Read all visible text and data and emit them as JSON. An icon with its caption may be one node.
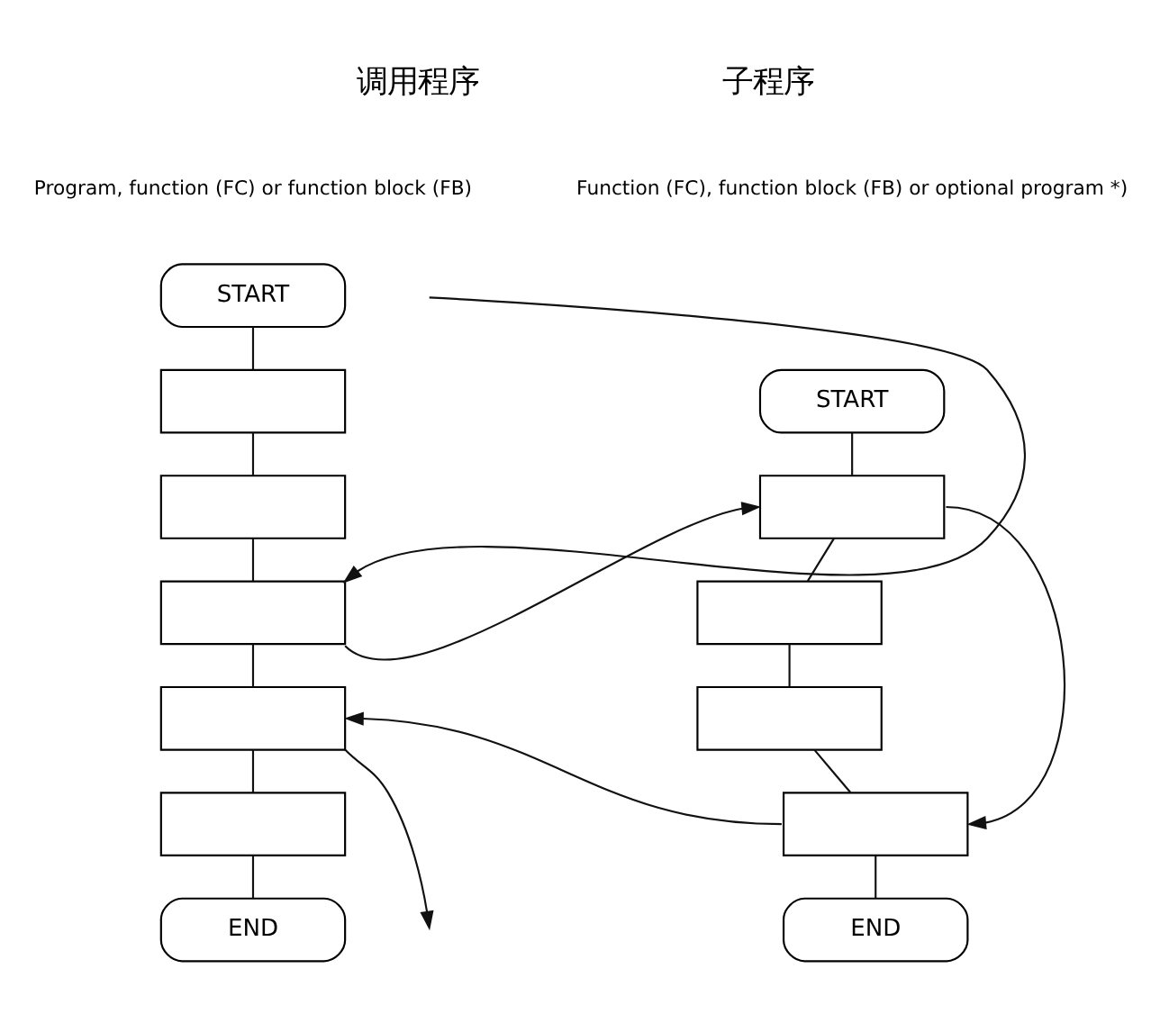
{
  "diagram": {
    "nodes": [
      {
        "text": [
          "START"
        ]
      },
      {
        "text": [],
        "shape": "box"
      },
      {
        "text": [],
        "shape": "box"
      },
      {
        "text": [],
        "shape": "box"
      },
      {
        "text": [],
        "shape": "box"
      },
      {
        "text": [],
        "shape": "box"
      },
      {
        "text": [
          "END"
        ]
      },
      {
        "text": [
          "START"
        ]
      },
      {
        "text": [],
        "shape": "box"
      },
      {
        "text": [],
        "shape": "box"
      },
      {
        "text": [],
        "shape": "box"
      },
      {
        "text": [],
        "shape": "box"
      },
      {
        "text": [
          "END"
        ]
      }
    ],
    "edges": [
      {
        "from": 0,
        "to": 1,
        "arrow": "none"
      },
      {
        "from": 1,
        "to": 2,
        "arrow": "none"
      },
      {
        "from": 2,
        "to": 3,
        "arrow": "none"
      },
      {
        "from": 3,
        "to": 4,
        "arrow": "none"
      },
      {
        "from": 4,
        "to": 5,
        "arrow": "none"
      },
      {
        "from": 5,
        "to": 6,
        "arrow": "none"
      },
      {
        "from": 7,
        "to": 8,
        "arrow": "none"
      },
      {
        "from": 8,
        "to": 9,
        "arrow": "none"
      },
      {
        "from": 9,
        "to": 10,
        "arrow": "none"
      },
      {
        "from": 10,
        "to": 11,
        "arrow": "none"
      },
      {
        "from": 11,
        "to": 12,
        "arrow": "none"
      },
      {
        "from": null,
        "to": 3,
        "arrow": "to"
      },
      {
        "from": 3,
        "to": 8,
        "arrow": "to"
      },
      {
        "from": 8,
        "to": 11,
        "arrow": "to"
      },
      {
        "from": 11,
        "to": 4,
        "arrow": "to"
      },
      {
        "from": 4,
        "to": null,
        "arrow": "to"
      }
    ],
    "labels": [
      "调用程序",
      "子程序",
      "Program, function (FC) or function block (FB)",
      "Function (FC), function block (FB) or optional program *)"
    ]
  }
}
